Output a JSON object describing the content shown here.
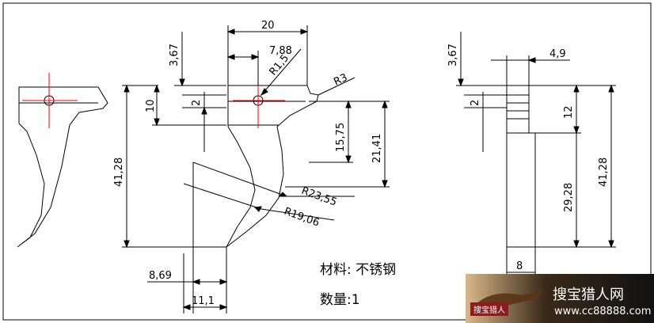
{
  "drawing": {
    "dimensions": {
      "top_width": "20",
      "offset_top": "7,88",
      "height_top_left": "3,67",
      "height_top_right": "3,67",
      "radius_small": "R1,5",
      "radius_r3": "R3",
      "height_10": "10",
      "slot_2_left": "2",
      "slot_2_right": "2",
      "height_15_75": "15,75",
      "height_21_41": "21,41",
      "total_height_left": "41,28",
      "radius_23_55": "R23,55",
      "radius_19_06": "R19,06",
      "bottom_8_69": "8,69",
      "bottom_11_1": "11,1",
      "side_4_9": "4,9",
      "side_12": "12",
      "side_29_28": "29,28",
      "total_height_right": "41,28",
      "side_width_8": "8"
    },
    "notes": {
      "material": "材料: 不锈钢",
      "quantity": "数量:1"
    }
  },
  "watermark": {
    "name": "搜宝猎人网",
    "url": "www.cc88888.com",
    "badge": "搜宝猎人"
  },
  "colors": {
    "line": "#000000",
    "centerline": "#ff0000",
    "logo_bg": "#1a1a1a",
    "logo_accent": "#8a1d1d"
  }
}
